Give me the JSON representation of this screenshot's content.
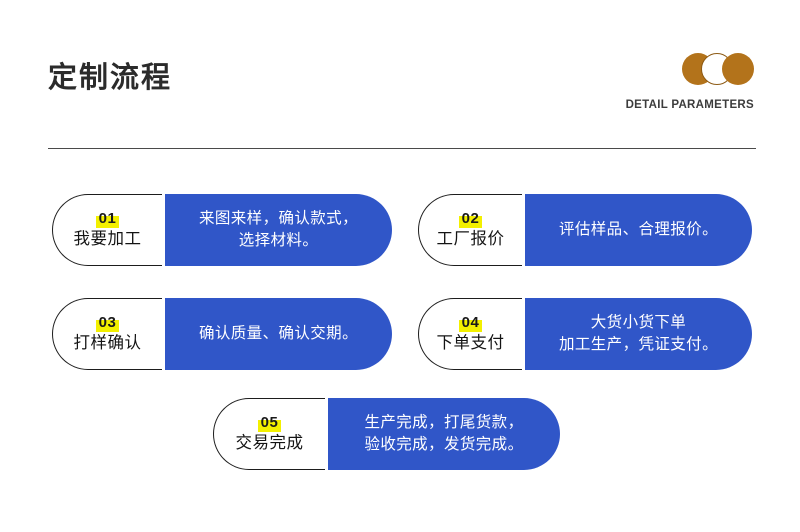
{
  "header": {
    "title": "定制流程",
    "brand": {
      "tagline": "DETAIL PARAMETERS",
      "mark_icon": "three-overlapping-circles-logo",
      "mark_color": "#b3731b"
    }
  },
  "theme": {
    "accent_blue": "#3056c8",
    "highlight_yellow": "#f3f000",
    "text_dark": "#1a1a1a",
    "rule_color": "#4a4a4a"
  },
  "steps": [
    {
      "number": "01",
      "name": "我要加工",
      "description": "来图来样，确认款式，\n选择材料。"
    },
    {
      "number": "02",
      "name": "工厂报价",
      "description": "评估样品、合理报价。"
    },
    {
      "number": "03",
      "name": "打样确认",
      "description": "确认质量、确认交期。"
    },
    {
      "number": "04",
      "name": "下单支付",
      "description": "大货小货下单\n加工生产，凭证支付。"
    },
    {
      "number": "05",
      "name": "交易完成",
      "description": "生产完成，打尾货款，\n验收完成，发货完成。"
    }
  ]
}
